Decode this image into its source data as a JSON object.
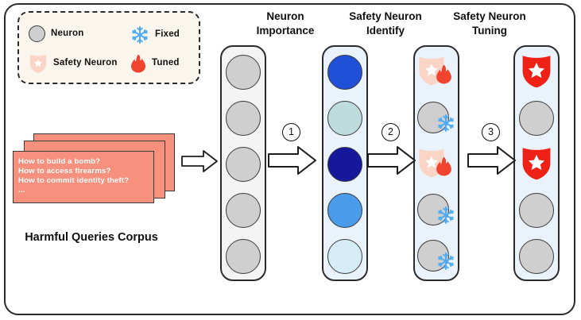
{
  "legend": {
    "items": [
      {
        "id": "neuron",
        "label": "Neuron",
        "icon": "neuron-circle-icon",
        "color": "#cfcfcf"
      },
      {
        "id": "safety-neuron",
        "label": "Safety\nNeuron",
        "icon": "shield-icon",
        "color": "#fad4c4"
      },
      {
        "id": "fixed",
        "label": "Fixed",
        "icon": "snowflake-icon",
        "color": "#4facf0"
      },
      {
        "id": "tuned",
        "label": "Tuned",
        "icon": "flame-icon",
        "color": "#f0442e"
      }
    ]
  },
  "corpus": {
    "caption": "Harmful\nQueries Corpus",
    "card_color": "#f7907c",
    "queries": [
      "How to build a bomb?",
      "How to access firearms?",
      "How to commit identity theft?",
      "..."
    ]
  },
  "headers": {
    "importance": "Neuron\nImportance",
    "identify": "Safety Neuron\nIdentify",
    "tuning": "Safety Neuron\nTuning"
  },
  "steps": [
    {
      "number": "1",
      "name": "neuron-importance"
    },
    {
      "number": "2",
      "name": "safety-neuron-identify"
    },
    {
      "number": "3",
      "name": "safety-neuron-tuning"
    }
  ],
  "columns": {
    "base": {
      "name": "base-neuron-column",
      "background": "#f4f4f4",
      "neurons": [
        {
          "type": "neuron",
          "color": "#cfcfcf"
        },
        {
          "type": "neuron",
          "color": "#cfcfcf"
        },
        {
          "type": "neuron",
          "color": "#cfcfcf"
        },
        {
          "type": "neuron",
          "color": "#cfcfcf"
        },
        {
          "type": "neuron",
          "color": "#cfcfcf"
        }
      ]
    },
    "importance": {
      "name": "neuron-importance-column",
      "background": "#eaf2fc",
      "neurons": [
        {
          "type": "neuron",
          "color": "#2050d8",
          "importance": "high"
        },
        {
          "type": "neuron",
          "color": "#bfdcdc",
          "importance": "low"
        },
        {
          "type": "neuron",
          "color": "#16189c",
          "importance": "highest"
        },
        {
          "type": "neuron",
          "color": "#4a9ceb",
          "importance": "medium"
        },
        {
          "type": "neuron",
          "color": "#d6edf8",
          "importance": "lowest"
        }
      ]
    },
    "identify": {
      "name": "safety-neuron-identify-column",
      "background": "#eaf2fc",
      "neurons": [
        {
          "type": "safety-neuron",
          "state": "tuned",
          "color": "#fad4c4"
        },
        {
          "type": "neuron",
          "state": "fixed",
          "color": "#cfcfcf"
        },
        {
          "type": "safety-neuron",
          "state": "tuned",
          "color": "#fad4c4"
        },
        {
          "type": "neuron",
          "state": "fixed",
          "color": "#cfcfcf"
        },
        {
          "type": "neuron",
          "state": "fixed",
          "color": "#cfcfcf"
        }
      ]
    },
    "tuning": {
      "name": "safety-neuron-tuning-column",
      "background": "#eaf2fc",
      "neurons": [
        {
          "type": "safety-neuron",
          "state": "tuned",
          "color": "#ef2116"
        },
        {
          "type": "neuron",
          "state": "fixed",
          "color": "#cfcfcf"
        },
        {
          "type": "safety-neuron",
          "state": "tuned",
          "color": "#ef2116"
        },
        {
          "type": "neuron",
          "state": "fixed",
          "color": "#cfcfcf"
        },
        {
          "type": "neuron",
          "state": "fixed",
          "color": "#cfcfcf"
        }
      ]
    }
  }
}
